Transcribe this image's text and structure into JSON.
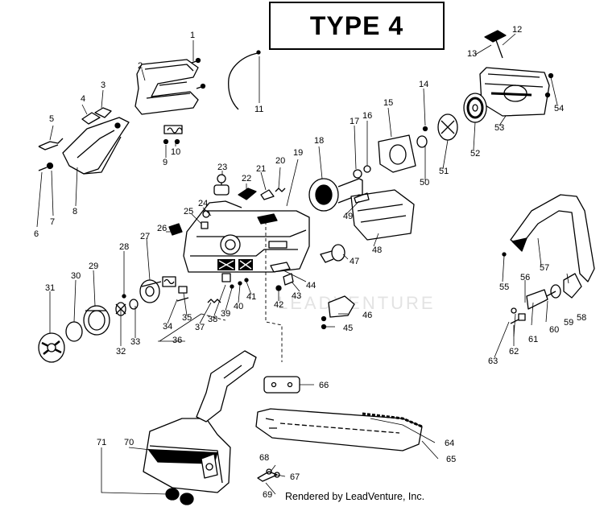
{
  "title": "TYPE 4",
  "footer": "Rendered by LeadVenture, Inc.",
  "watermark": "LEADVENTURE",
  "colors": {
    "ink": "#000000",
    "shade": "#1a1a1a",
    "background": "#ffffff"
  },
  "part_numbers": [
    "1",
    "2",
    "3",
    "4",
    "5",
    "6",
    "7",
    "8",
    "9",
    "10",
    "11",
    "12",
    "13",
    "14",
    "15",
    "16",
    "17",
    "18",
    "19",
    "20",
    "21",
    "22",
    "23",
    "24",
    "25",
    "26",
    "27",
    "28",
    "29",
    "30",
    "31",
    "32",
    "33",
    "34",
    "35",
    "36",
    "37",
    "38",
    "39",
    "40",
    "41",
    "42",
    "43",
    "44",
    "45",
    "46",
    "47",
    "48",
    "49",
    "50",
    "51",
    "52",
    "53",
    "54",
    "55",
    "56",
    "57",
    "58",
    "59",
    "60",
    "61",
    "62",
    "63",
    "64",
    "65",
    "66",
    "67",
    "68",
    "69",
    "70",
    "71"
  ]
}
